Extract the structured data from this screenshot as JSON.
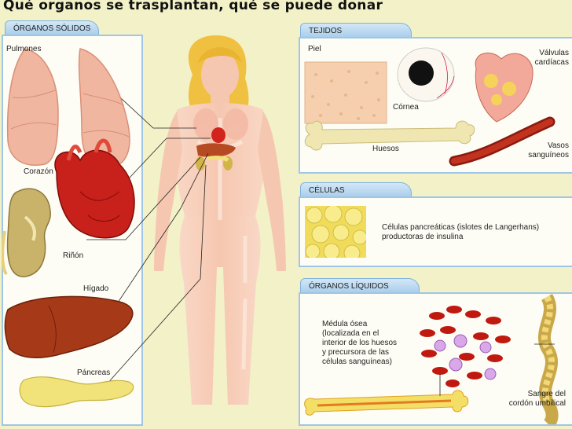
{
  "title": "Qué organos se trasplantan, qué se puede donar",
  "sections": {
    "solidos": {
      "tab": "ÓRGANOS SÓLIDOS",
      "labels": {
        "pulmones": "Pulmones",
        "corazon": "Corazón",
        "rinon": "Riñón",
        "higado": "Hígado",
        "pancreas": "Páncreas"
      }
    },
    "tejidos": {
      "tab": "TEJIDOS",
      "labels": {
        "piel": "Piel",
        "cornea": "Córnea",
        "valvulas_1": "Válvulas",
        "valvulas_2": "cardíacas",
        "huesos": "Huesos",
        "vasos_1": "Vasos",
        "vasos_2": "sanguíneos"
      }
    },
    "celulas": {
      "tab": "CÉLULAS",
      "description_1": "Células pancreáticas (islotes de Langerhans)",
      "description_2": "productoras de insulina"
    },
    "liquidos": {
      "tab": "ÓRGANOS LÍQUIDOS",
      "medula": [
        "Médula ósea",
        "(localizada en el",
        "interior de los huesos",
        "y precursora de las",
        "células sanguíneas)"
      ],
      "sangre_1": "Sangre del",
      "sangre_2": "cordón umbilical"
    }
  },
  "colors": {
    "background": "#f3f1c8",
    "panel_border": "#9fc6e6",
    "tab_fill": "#b3d4ee",
    "lung": "#f0b6a0",
    "heart": "#c8201a",
    "kidney": "#c9b36a",
    "liver": "#a63a18",
    "pancreas": "#f1e27a",
    "body": "#f6c9b5",
    "hair": "#f0c040"
  },
  "icons": [
    "lungs-illustration",
    "heart-illustration",
    "kidney-illustration",
    "liver-illustration",
    "pancreas-illustration",
    "eye-illustration",
    "heart-valves-illustration",
    "bone-illustration",
    "blood-vessel-illustration",
    "skin-illustration",
    "pancreatic-cells-illustration",
    "blood-cells-illustration",
    "umbilical-cord-illustration"
  ]
}
